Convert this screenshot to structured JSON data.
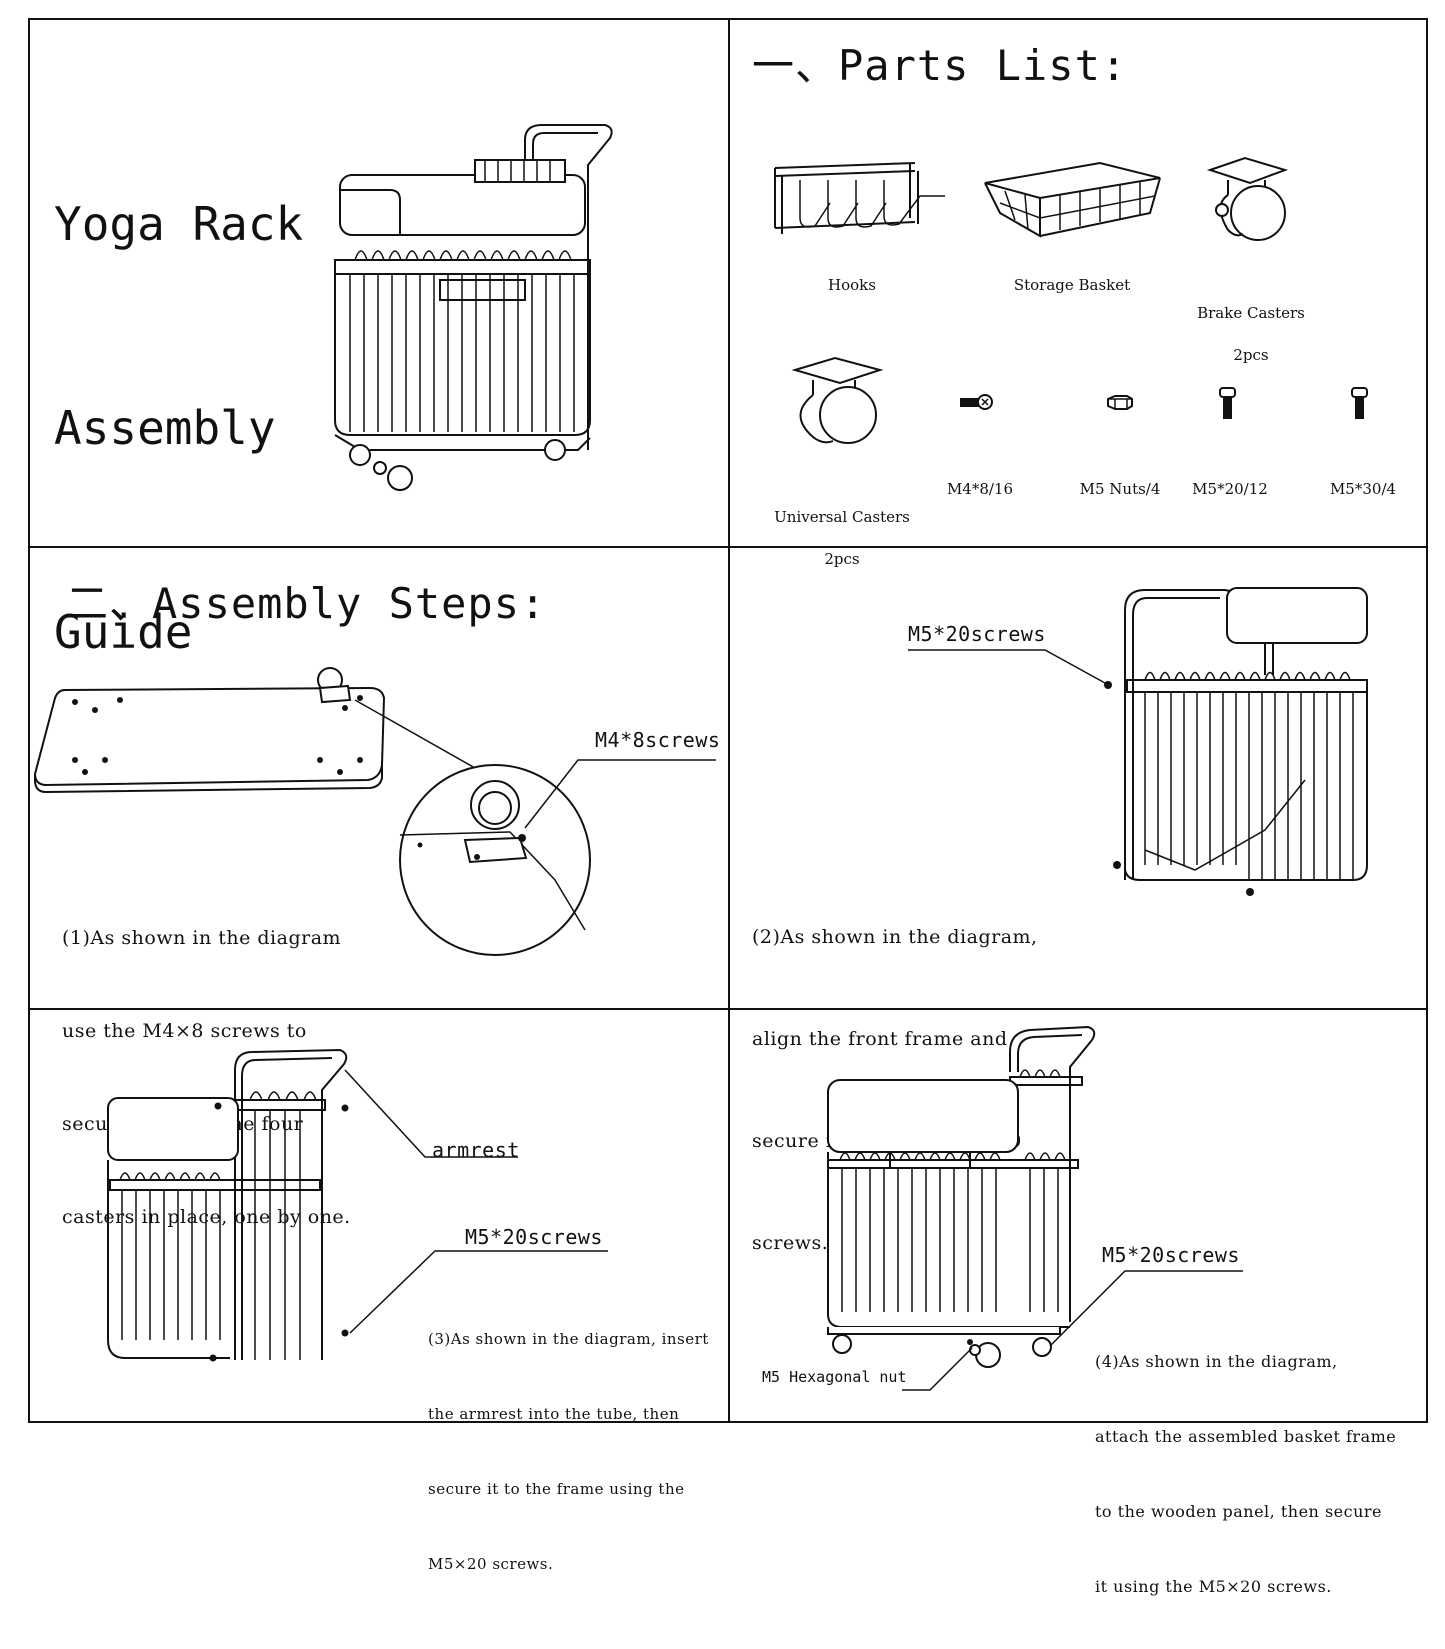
{
  "cover": {
    "title_lines": [
      "Yoga Rack",
      "Assembly",
      "Guide"
    ]
  },
  "parts": {
    "heading": "一、Parts List:",
    "items": [
      {
        "label": "Hooks",
        "qty": ""
      },
      {
        "label": "Storage Basket",
        "qty": ""
      },
      {
        "label": "Brake Casters",
        "qty": "2pcs"
      },
      {
        "label": "Universal Casters",
        "qty": "2pcs"
      },
      {
        "label": "M4*8/16",
        "qty": ""
      },
      {
        "label": "M5 Nuts/4",
        "qty": ""
      },
      {
        "label": "M5*20/12",
        "qty": ""
      },
      {
        "label": "M5*30/4",
        "qty": ""
      }
    ]
  },
  "steps": {
    "heading": "二、Assembly Steps:",
    "step1": {
      "callout": "M4*8screws",
      "lines": [
        "(1)As shown in the diagram",
        "use the M4×8 screws to",
        "securely fasten the four",
        "casters in place, one by one."
      ]
    },
    "step2": {
      "callout": "M5*20screws",
      "lines": [
        "(2)As shown in the diagram,",
        "align the front frame and",
        "secure it using the M5×20",
        "screws."
      ]
    },
    "step3": {
      "callout_armrest": "armrest",
      "callout_screws": "M5*20screws",
      "lines": [
        "(3)As shown in the diagram, insert",
        "the armrest into the tube, then",
        "secure it to the frame using the",
        "M5×20 screws."
      ]
    },
    "step4": {
      "callout_screws": "M5*20screws",
      "callout_nut": "M5 Hexagonal nut",
      "lines": [
        "(4)As shown in the diagram,",
        "attach the assembled basket frame",
        "to the wooden panel, then secure",
        "it using the M5×20 screws."
      ]
    }
  }
}
